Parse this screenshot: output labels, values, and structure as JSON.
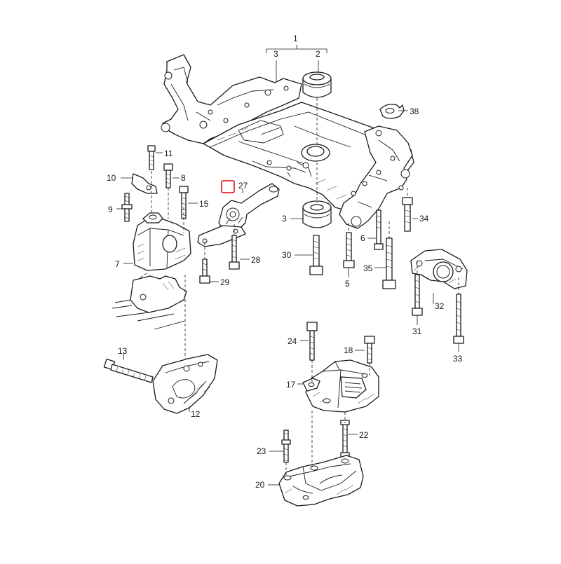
{
  "highlight_color": "#e8242c",
  "labels": {
    "l1": "1",
    "l2": "2",
    "l3": "3",
    "l3b": "3",
    "l5": "5",
    "l6": "6",
    "l7": "7",
    "l8": "8",
    "l9": "9",
    "l10": "10",
    "l11": "11",
    "l12": "12",
    "l13": "13",
    "l15": "15",
    "l17": "17",
    "l18": "18",
    "l20": "20",
    "l22": "22",
    "l23": "23",
    "l24": "24",
    "l27": "27",
    "l28": "28",
    "l29": "29",
    "l30": "30",
    "l31": "31",
    "l32": "32",
    "l33": "33",
    "l34": "34",
    "l35": "35",
    "l38": "38"
  }
}
